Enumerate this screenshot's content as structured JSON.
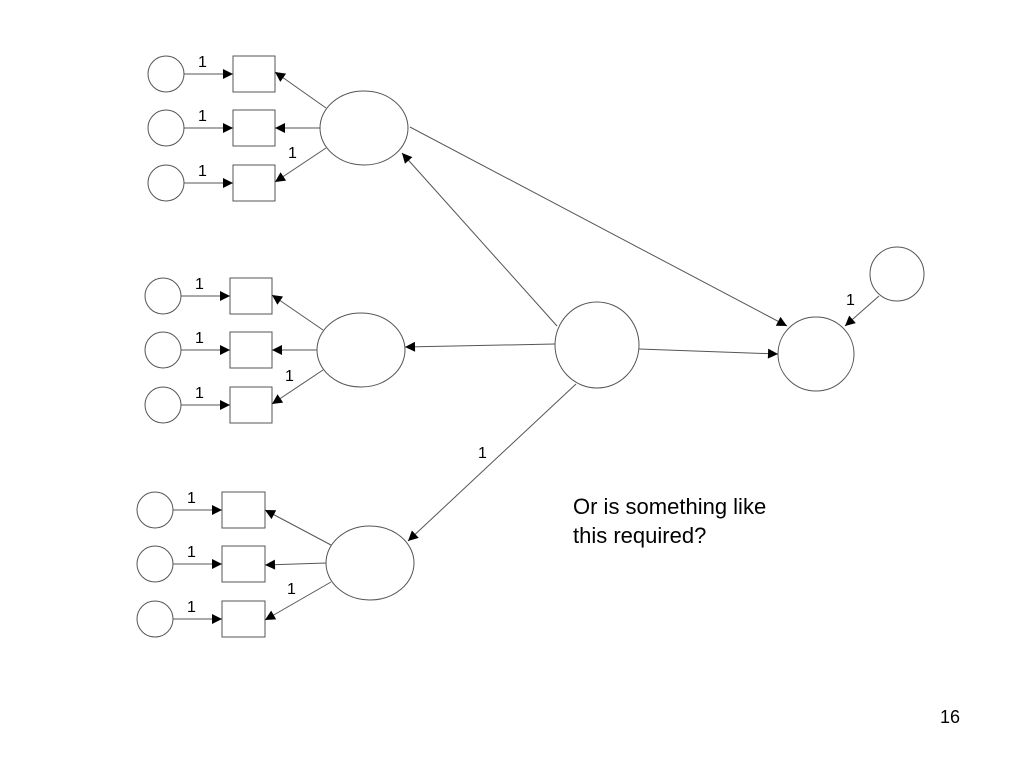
{
  "diagram": {
    "loading_label": "1",
    "path_labels": [
      "1",
      "1",
      "1",
      "1",
      "1",
      "1",
      "1",
      "1",
      "1",
      "1",
      "1",
      "1",
      "1",
      "1"
    ]
  },
  "caption": {
    "line1": "Or is something like",
    "line2": "this required?"
  },
  "page_number": "16"
}
